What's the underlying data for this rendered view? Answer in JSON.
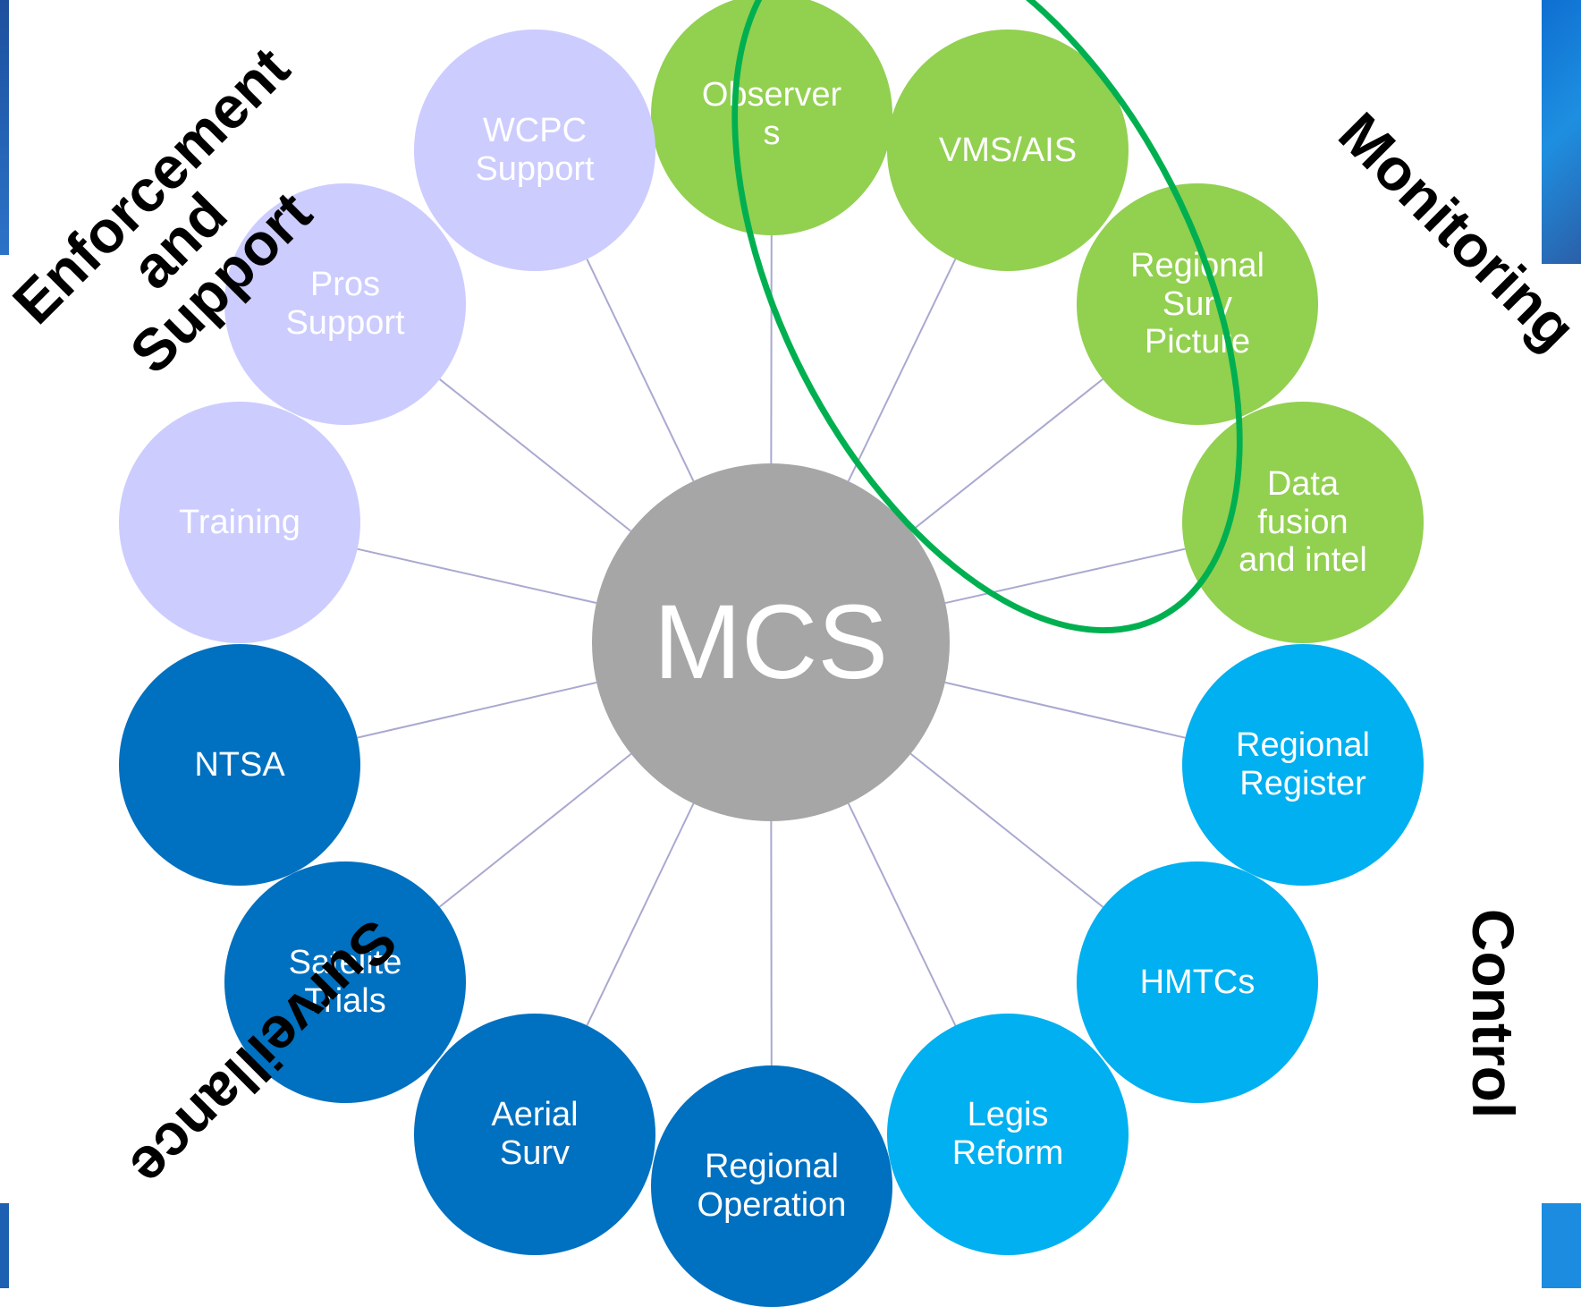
{
  "center_label": "MCS",
  "categories": {
    "enforcement": "Enforcement\nand Support",
    "monitoring": "Monitoring",
    "control": "Control",
    "surveillance": "Surveillance"
  },
  "nodes": [
    {
      "id": "observers",
      "label": "Observer\ns",
      "group": "monitoring"
    },
    {
      "id": "vms-ais",
      "label": "VMS/AIS",
      "group": "monitoring"
    },
    {
      "id": "regional-surv-picture",
      "label": "Regional\nSurv\nPicture",
      "group": "monitoring"
    },
    {
      "id": "data-fusion",
      "label": "Data\nfusion\nand intel",
      "group": "monitoring"
    },
    {
      "id": "regional-register",
      "label": "Regional\nRegister",
      "group": "control"
    },
    {
      "id": "hmtcs",
      "label": "HMTCs",
      "group": "control"
    },
    {
      "id": "legis-reform",
      "label": "Legis\nReform",
      "group": "control"
    },
    {
      "id": "regional-operation",
      "label": "Regional\nOperation",
      "group": "surveillance"
    },
    {
      "id": "aerial-surv",
      "label": "Aerial\nSurv",
      "group": "surveillance"
    },
    {
      "id": "satelite-trials",
      "label": "Satelite\nTrials",
      "group": "surveillance"
    },
    {
      "id": "ntsa",
      "label": "NTSA",
      "group": "surveillance"
    },
    {
      "id": "training",
      "label": "Training",
      "group": "enforcement"
    },
    {
      "id": "pros-support",
      "label": "Pros\nSupport",
      "group": "enforcement"
    },
    {
      "id": "wcpc-support",
      "label": "WCPC\nSupport",
      "group": "enforcement"
    }
  ],
  "colors": {
    "monitoring": "#92d050",
    "enforcement": "#ccccff",
    "surveillance": "#0070c0",
    "control": "#00b0f0",
    "center": "#a6a6a6",
    "highlight_ring": "#00b050",
    "connector": "#a9a9d0"
  }
}
